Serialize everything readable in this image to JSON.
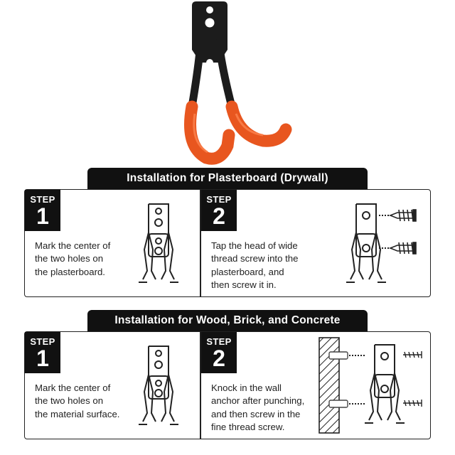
{
  "hero": {
    "hook_colors": {
      "metal": "#1c1c1c",
      "grip": "#e8561f"
    }
  },
  "sections": [
    {
      "title": "Installation for Plasterboard (Drywall)",
      "steps": [
        {
          "label": "STEP",
          "number": "1",
          "lines": [
            "Mark the center of",
            "the two holes on",
            "the plasterboard."
          ]
        },
        {
          "label": "STEP",
          "number": "2",
          "lines": [
            "Tap the head of wide",
            "thread screw into the",
            "plasterboard, and",
            "then screw it in."
          ]
        }
      ]
    },
    {
      "title": "Installation for Wood, Brick, and Concrete",
      "steps": [
        {
          "label": "STEP",
          "number": "1",
          "lines": [
            "Mark the center of",
            "the two holes on",
            "the material surface."
          ]
        },
        {
          "label": "STEP",
          "number": "2",
          "lines": [
            "Knock in the wall",
            "anchor after punching,",
            "and then screw in the",
            "fine thread screw."
          ]
        }
      ]
    }
  ]
}
